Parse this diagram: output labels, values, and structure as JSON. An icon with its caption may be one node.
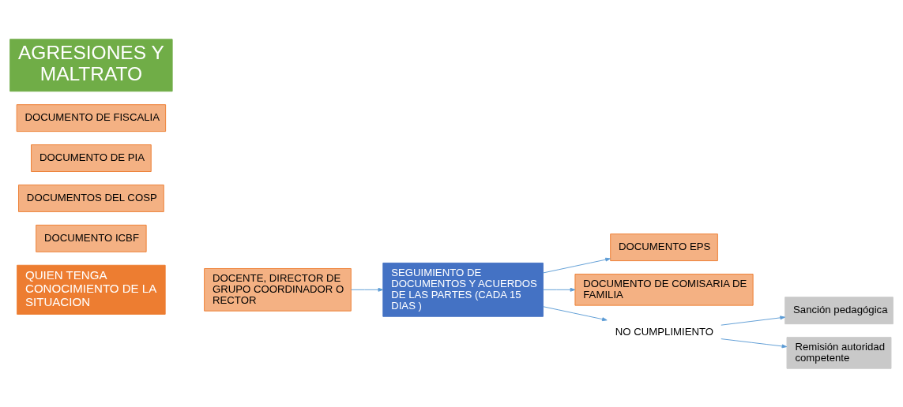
{
  "diagram": {
    "nodes": [
      {
        "text": [
          "QUIEN TENGA CONOCIMIENTO DE LA SITUACION"
        ]
      },
      {
        "text": [
          "DOCENTE, DIRECTOR DE GRUPO COORDINADOR O RECTOR"
        ]
      },
      {
        "text": [
          "SEGUIMIENTO DE DOCUMENTOS Y ACUERDOS DE LAS PARTES (CADA 15 DIAS )"
        ]
      },
      {
        "text": [
          "DOCUMENTO EPS"
        ]
      },
      {
        "text": [
          "DOCUMENTO ICBF"
        ]
      },
      {
        "text": [
          "DOCUMENTOS DEL COSP"
        ]
      },
      {
        "text": [
          "DOCUMENTO DE PIA"
        ]
      },
      {
        "text": [
          "DOCUMENTO DE FISCALIA"
        ]
      },
      {
        "text": [
          "DOCUMENTO DE COMISARIA DE FAMILIA"
        ]
      },
      {
        "text": [
          "NO CUMPLIMIENTO"
        ]
      },
      {
        "text": [
          "Sanción pedagógica"
        ]
      },
      {
        "text": [
          "Remisión autoridad competente"
        ]
      },
      {
        "text": [
          "AGRESIONES Y MALTRATO"
        ]
      }
    ],
    "edges": [
      {
        "from": 1,
        "to": 2,
        "arrow": "to"
      },
      {
        "from": 2,
        "to": 3,
        "arrow": "to"
      },
      {
        "from": 2,
        "to": 8,
        "arrow": "to"
      },
      {
        "from": 2,
        "to": 9,
        "arrow": "to"
      },
      {
        "from": 9,
        "to": 10,
        "arrow": "to"
      },
      {
        "from": 9,
        "to": 11,
        "arrow": "to"
      }
    ]
  }
}
